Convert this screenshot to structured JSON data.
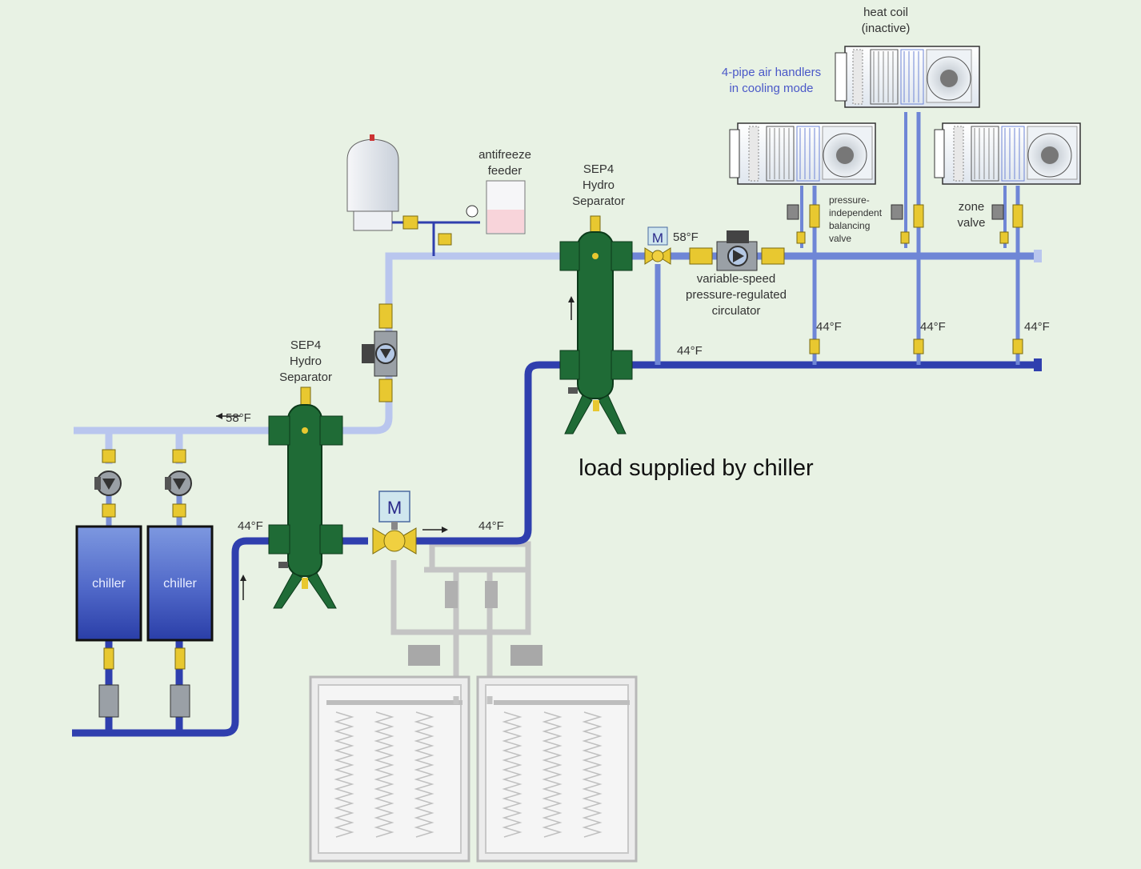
{
  "colors": {
    "background": "#e8f2e4",
    "supply_pipe": "#2f3fae",
    "return_pipe": "#b9c6ee",
    "mid_pipe": "#6f86d6",
    "inactive": "#bcbcbc",
    "separator": "#1f6b36",
    "valve_brass": "#e8c830",
    "chiller_body": "#3a56c8"
  },
  "labels": {
    "heat_coil": [
      "heat coil",
      "(inactive)"
    ],
    "air_handlers": [
      "4-pipe air handlers",
      "in cooling mode"
    ],
    "antifreeze_feeder": [
      "antifreeze",
      "feeder"
    ],
    "sep4_upper": [
      "SEP4",
      "Hydro",
      "Separator"
    ],
    "sep4_lower": [
      "SEP4",
      "Hydro",
      "Separator"
    ],
    "pibv": [
      "pressure-",
      "independent",
      "balancing",
      "valve"
    ],
    "zone_valve": [
      "zone",
      "valve"
    ],
    "circulator": [
      "variable-speed",
      "pressure-regulated",
      "circulator"
    ],
    "load_supplied": "load supplied by chiller",
    "chiller_1": "chiller",
    "chiller_2": "chiller",
    "mix_valve_upper": "M",
    "mix_valve_lower": "M"
  },
  "temperatures": {
    "upper_return": "58°F",
    "main_supply": "44°F",
    "branch_1": "44°F",
    "branch_2": "44°F",
    "branch_3": "44°F",
    "lower_return": "58°F",
    "chiller_supply": "44°F",
    "to_upper_sep": "44°F"
  },
  "icons": {
    "expansion_tank": "expansion-tank-icon",
    "gauge": "pressure-gauge-icon",
    "circulator": "circulator-pump-icon",
    "valve": "ball-valve-icon",
    "air_handler": "air-handler-icon",
    "fan": "fan-icon",
    "chiller": "chiller-icon",
    "storage_tank": "thermal-storage-tank-icon"
  }
}
